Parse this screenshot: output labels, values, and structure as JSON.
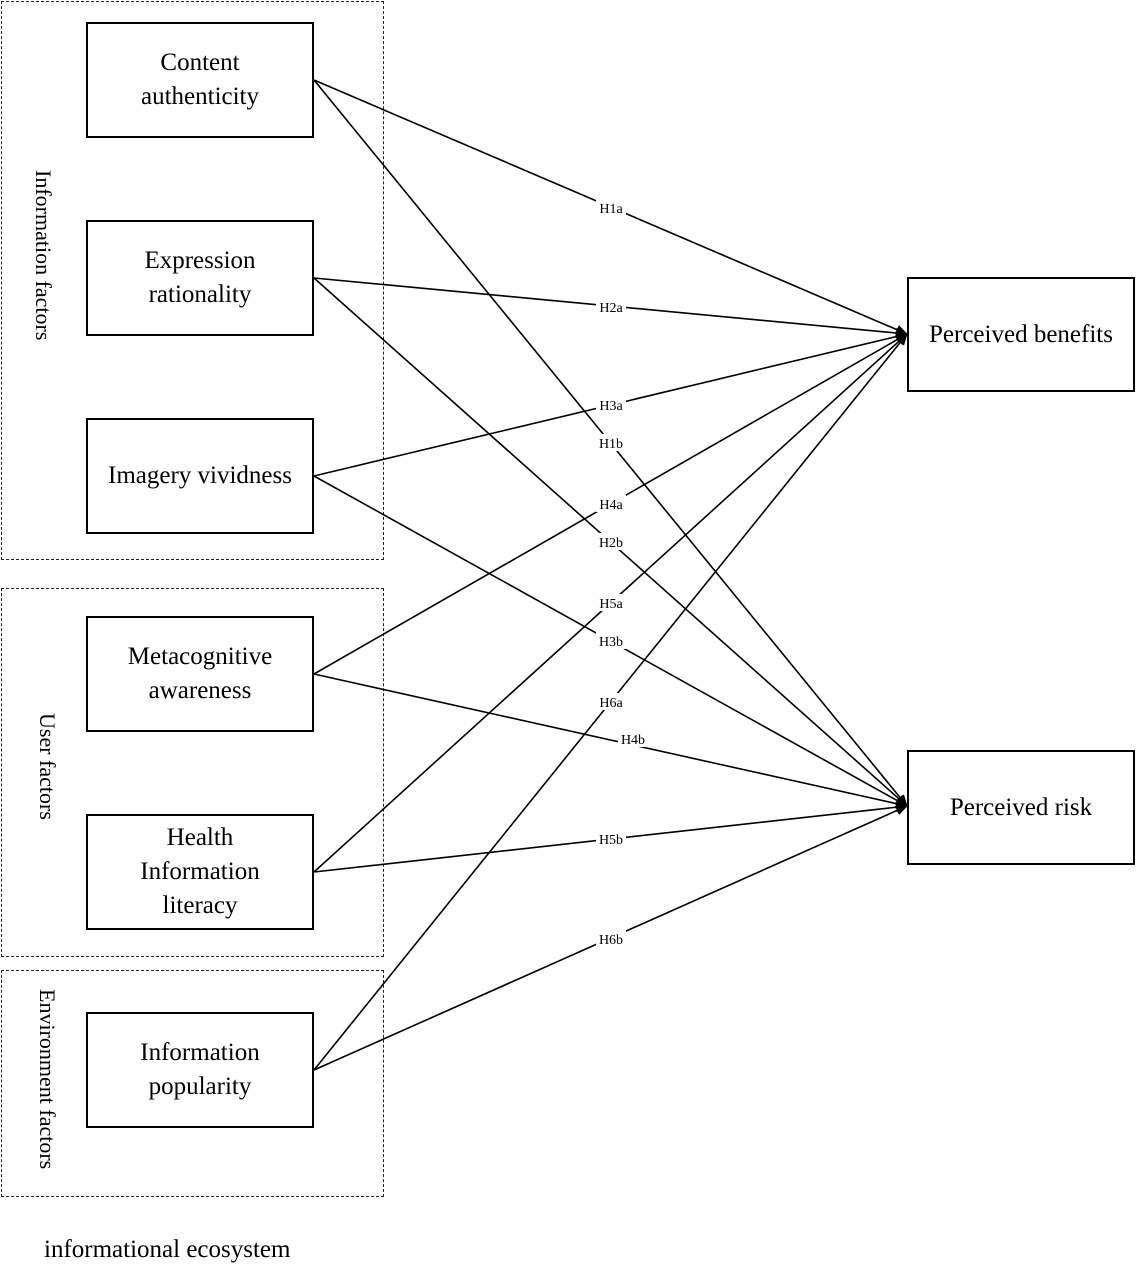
{
  "groups": [
    {
      "id": "information",
      "label": "Information factors"
    },
    {
      "id": "user",
      "label": "User factors"
    },
    {
      "id": "environment",
      "label": "Environment factors"
    }
  ],
  "sources": [
    {
      "id": "content-authenticity",
      "group": "information",
      "lines": [
        "Content",
        "authenticity"
      ]
    },
    {
      "id": "expression-rationality",
      "group": "information",
      "lines": [
        "Expression",
        "rationality"
      ]
    },
    {
      "id": "imagery-vividness",
      "group": "information",
      "lines": [
        "Imagery vividness"
      ]
    },
    {
      "id": "metacognitive-awareness",
      "group": "user",
      "lines": [
        "Metacognitive",
        "awareness"
      ]
    },
    {
      "id": "health-information-literacy",
      "group": "user",
      "lines": [
        "Health",
        "Information",
        "literacy"
      ]
    },
    {
      "id": "information-popularity",
      "group": "environment",
      "lines": [
        "Information",
        "popularity"
      ]
    }
  ],
  "targets": [
    {
      "id": "perceived-benefits",
      "label": "Perceived benefits"
    },
    {
      "id": "perceived-risk",
      "label": "Perceived risk"
    }
  ],
  "paths": [
    {
      "label": "H1a",
      "from": "content-authenticity",
      "to": "perceived-benefits"
    },
    {
      "label": "H1b",
      "from": "content-authenticity",
      "to": "perceived-risk"
    },
    {
      "label": "H2a",
      "from": "expression-rationality",
      "to": "perceived-benefits"
    },
    {
      "label": "H2b",
      "from": "expression-rationality",
      "to": "perceived-risk"
    },
    {
      "label": "H3a",
      "from": "imagery-vividness",
      "to": "perceived-benefits"
    },
    {
      "label": "H3b",
      "from": "imagery-vividness",
      "to": "perceived-risk"
    },
    {
      "label": "H4a",
      "from": "metacognitive-awareness",
      "to": "perceived-benefits"
    },
    {
      "label": "H4b",
      "from": "metacognitive-awareness",
      "to": "perceived-risk"
    },
    {
      "label": "H5a",
      "from": "health-information-literacy",
      "to": "perceived-benefits"
    },
    {
      "label": "H5b",
      "from": "health-information-literacy",
      "to": "perceived-risk"
    },
    {
      "label": "H6a",
      "from": "information-popularity",
      "to": "perceived-benefits"
    },
    {
      "label": "H6b",
      "from": "information-popularity",
      "to": "perceived-risk"
    }
  ],
  "caption": "informational ecosystem"
}
